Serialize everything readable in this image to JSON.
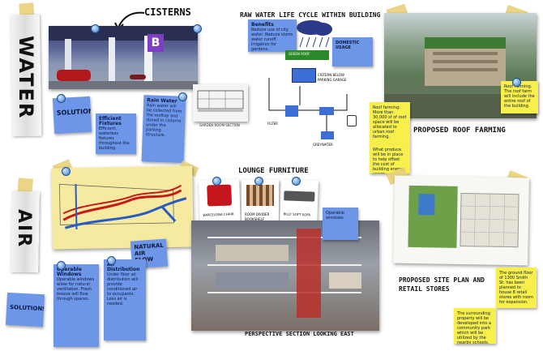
{
  "water": {
    "label": "WATER",
    "cisterns_title": "CISTERNS",
    "solutions_label": "SOLUTIONS",
    "efficient_fixtures_title": "Efficient Fixtures",
    "efficient_fixtures_text": "Efficient, waterless fixtures throughout the building.",
    "rain_water_title": "Rain Water",
    "rain_water_text": "Rain water will be collected from the rooftop and stored in cisterns under the parking structure.",
    "garden_section_caption": "GARDEN ROOM SECTION",
    "life_cycle_title": "RAW WATER LIFE CYCLE WITHIN BUILDING",
    "benefits_title": "Benefits",
    "benefits_text": "Reduce use of city water. Reduce storm water runoff. Irrigation for gardens.",
    "green_roof_label": "GREEN ROOF",
    "domestic_usage_label": "DOMESTIC USAGE",
    "cistern_label": "CISTERN BELOW PARKING GARAGE",
    "greywater_label": "GREYWATER",
    "filter_label": "FILTER",
    "roof_farming_text_1": "Roof Farming. The roof farm will include the entire roof of the building.",
    "roof_farming_text_2": "Roof farming: More than 30,000 sf of roof space will be allocated to urban roof farming.",
    "roof_farming_text_3": "What produce will be in place to help offset the cost of building energy usage.",
    "proposed_roof_farming": "PROPOSED ROOF FARMING"
  },
  "air": {
    "label": "AIR",
    "solutions_label": "SOLUTIONS",
    "natural_air_flow": "NATURAL AIR FLOW",
    "operable_windows_title": "Operable Windows",
    "operable_windows_text": "Operable windows allow for natural ventilation. Fresh breeze will flow through spaces.",
    "air_distribution_title": "Air Distribution",
    "air_distribution_text": "Under floor air distribution will provide conditioned air to occupants. Less air is needed.",
    "operable_windows_note": "Operable windows",
    "lounge_title": "LOUNGE FURNITURE",
    "furniture_1": "BARCELONA CHAIR",
    "furniture_2": "ROOM DIVIDER BOOKSHELF",
    "furniture_3": "BILLY SOFT SOFA",
    "section_caption": "PERSPECTIVE SECTION LOOKING EAST",
    "site_plan_title": "PROPOSED SITE PLAN AND RETAIL STORES",
    "site_note_1": "The ground floor of 1300 Smith St. has been planned to house 8 retail stores with room for expansion.",
    "site_note_2": "The surrounding property will be developed into a community park which will be utilized by the nearby schools."
  },
  "colors": {
    "blue_note": "#6d95e8",
    "yellow_note": "#f8ef4a",
    "tape": "#e8d07a"
  }
}
